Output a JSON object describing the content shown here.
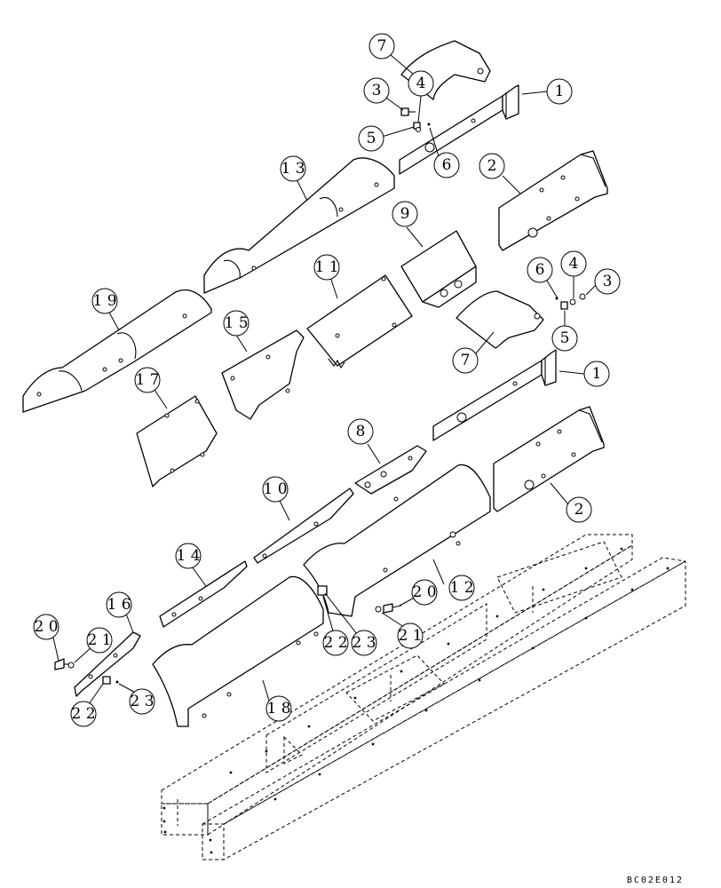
{
  "diagram": {
    "drawing_code": "BC02E012",
    "callouts": [
      {
        "id": "c1a",
        "label": "1"
      },
      {
        "id": "c1b",
        "label": "1"
      },
      {
        "id": "c2a",
        "label": "2"
      },
      {
        "id": "c2b",
        "label": "2"
      },
      {
        "id": "c3a",
        "label": "3"
      },
      {
        "id": "c3b",
        "label": "3"
      },
      {
        "id": "c4a",
        "label": "4"
      },
      {
        "id": "c4b",
        "label": "4"
      },
      {
        "id": "c5a",
        "label": "5"
      },
      {
        "id": "c5b",
        "label": "5"
      },
      {
        "id": "c6a",
        "label": "6"
      },
      {
        "id": "c6b",
        "label": "6"
      },
      {
        "id": "c7a",
        "label": "7"
      },
      {
        "id": "c7b",
        "label": "7"
      },
      {
        "id": "c8",
        "label": "8"
      },
      {
        "id": "c9",
        "label": "9"
      },
      {
        "id": "c10",
        "label": "1 0"
      },
      {
        "id": "c11",
        "label": "1 1"
      },
      {
        "id": "c12",
        "label": "1 2"
      },
      {
        "id": "c13",
        "label": "1 3"
      },
      {
        "id": "c14",
        "label": "1 4"
      },
      {
        "id": "c15",
        "label": "1 5"
      },
      {
        "id": "c16",
        "label": "1 6"
      },
      {
        "id": "c17",
        "label": "1 7"
      },
      {
        "id": "c18",
        "label": "1 8"
      },
      {
        "id": "c19",
        "label": "1 9"
      },
      {
        "id": "c20a",
        "label": "2 0"
      },
      {
        "id": "c20b",
        "label": "2 0"
      },
      {
        "id": "c21a",
        "label": "2 1"
      },
      {
        "id": "c21b",
        "label": "2 1"
      },
      {
        "id": "c22a",
        "label": "2 2"
      },
      {
        "id": "c22b",
        "label": "2 2"
      },
      {
        "id": "c23a",
        "label": "2 3"
      },
      {
        "id": "c23b",
        "label": "2 3"
      }
    ]
  }
}
